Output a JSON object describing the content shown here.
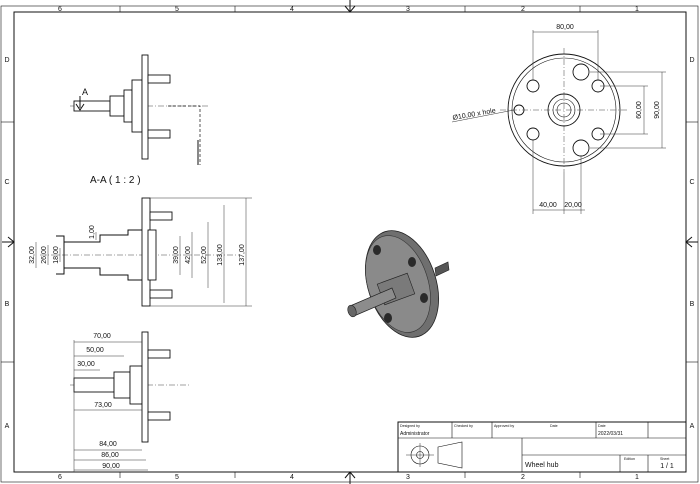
{
  "frame": {
    "col_labels": [
      "6",
      "5",
      "4",
      "3",
      "2",
      "1"
    ],
    "row_labels": [
      "D",
      "C",
      "B",
      "A"
    ]
  },
  "views": {
    "section_mark": "A",
    "section_title": "A-A ( 1 : 2 )"
  },
  "dimensions": {
    "front": {
      "top_width": "80,00",
      "right_inner": "60,00",
      "right_outer": "90,00",
      "bottom_left": "40,00",
      "bottom_right": "20,00",
      "hole_note": "Ø10,00 x hole"
    },
    "section": {
      "d1": "32,00",
      "d2": "26,00",
      "d3": "18,00",
      "d4": "1,00",
      "d5": "39,00",
      "d6": "42,00",
      "d7": "52,00",
      "d8": "133,00",
      "d9": "137,00"
    },
    "bottom": {
      "l1": "70,00",
      "l2": "50,00",
      "l3": "30,00",
      "l4": "73,00",
      "l5": "84,00",
      "l6": "86,00",
      "l7": "90,00"
    }
  },
  "title_block": {
    "designed_by_label": "Designed by",
    "checked_by_label": "Checked by",
    "approved_by_label": "Approved by",
    "date_label": "Date",
    "date2_label": "Date",
    "designer": "Administrator",
    "date_value": "2022/03/31",
    "title": "Wheel hub",
    "edition_label": "Edition",
    "sheet_label": "Sheet",
    "sheet_value": "1 / 1"
  }
}
